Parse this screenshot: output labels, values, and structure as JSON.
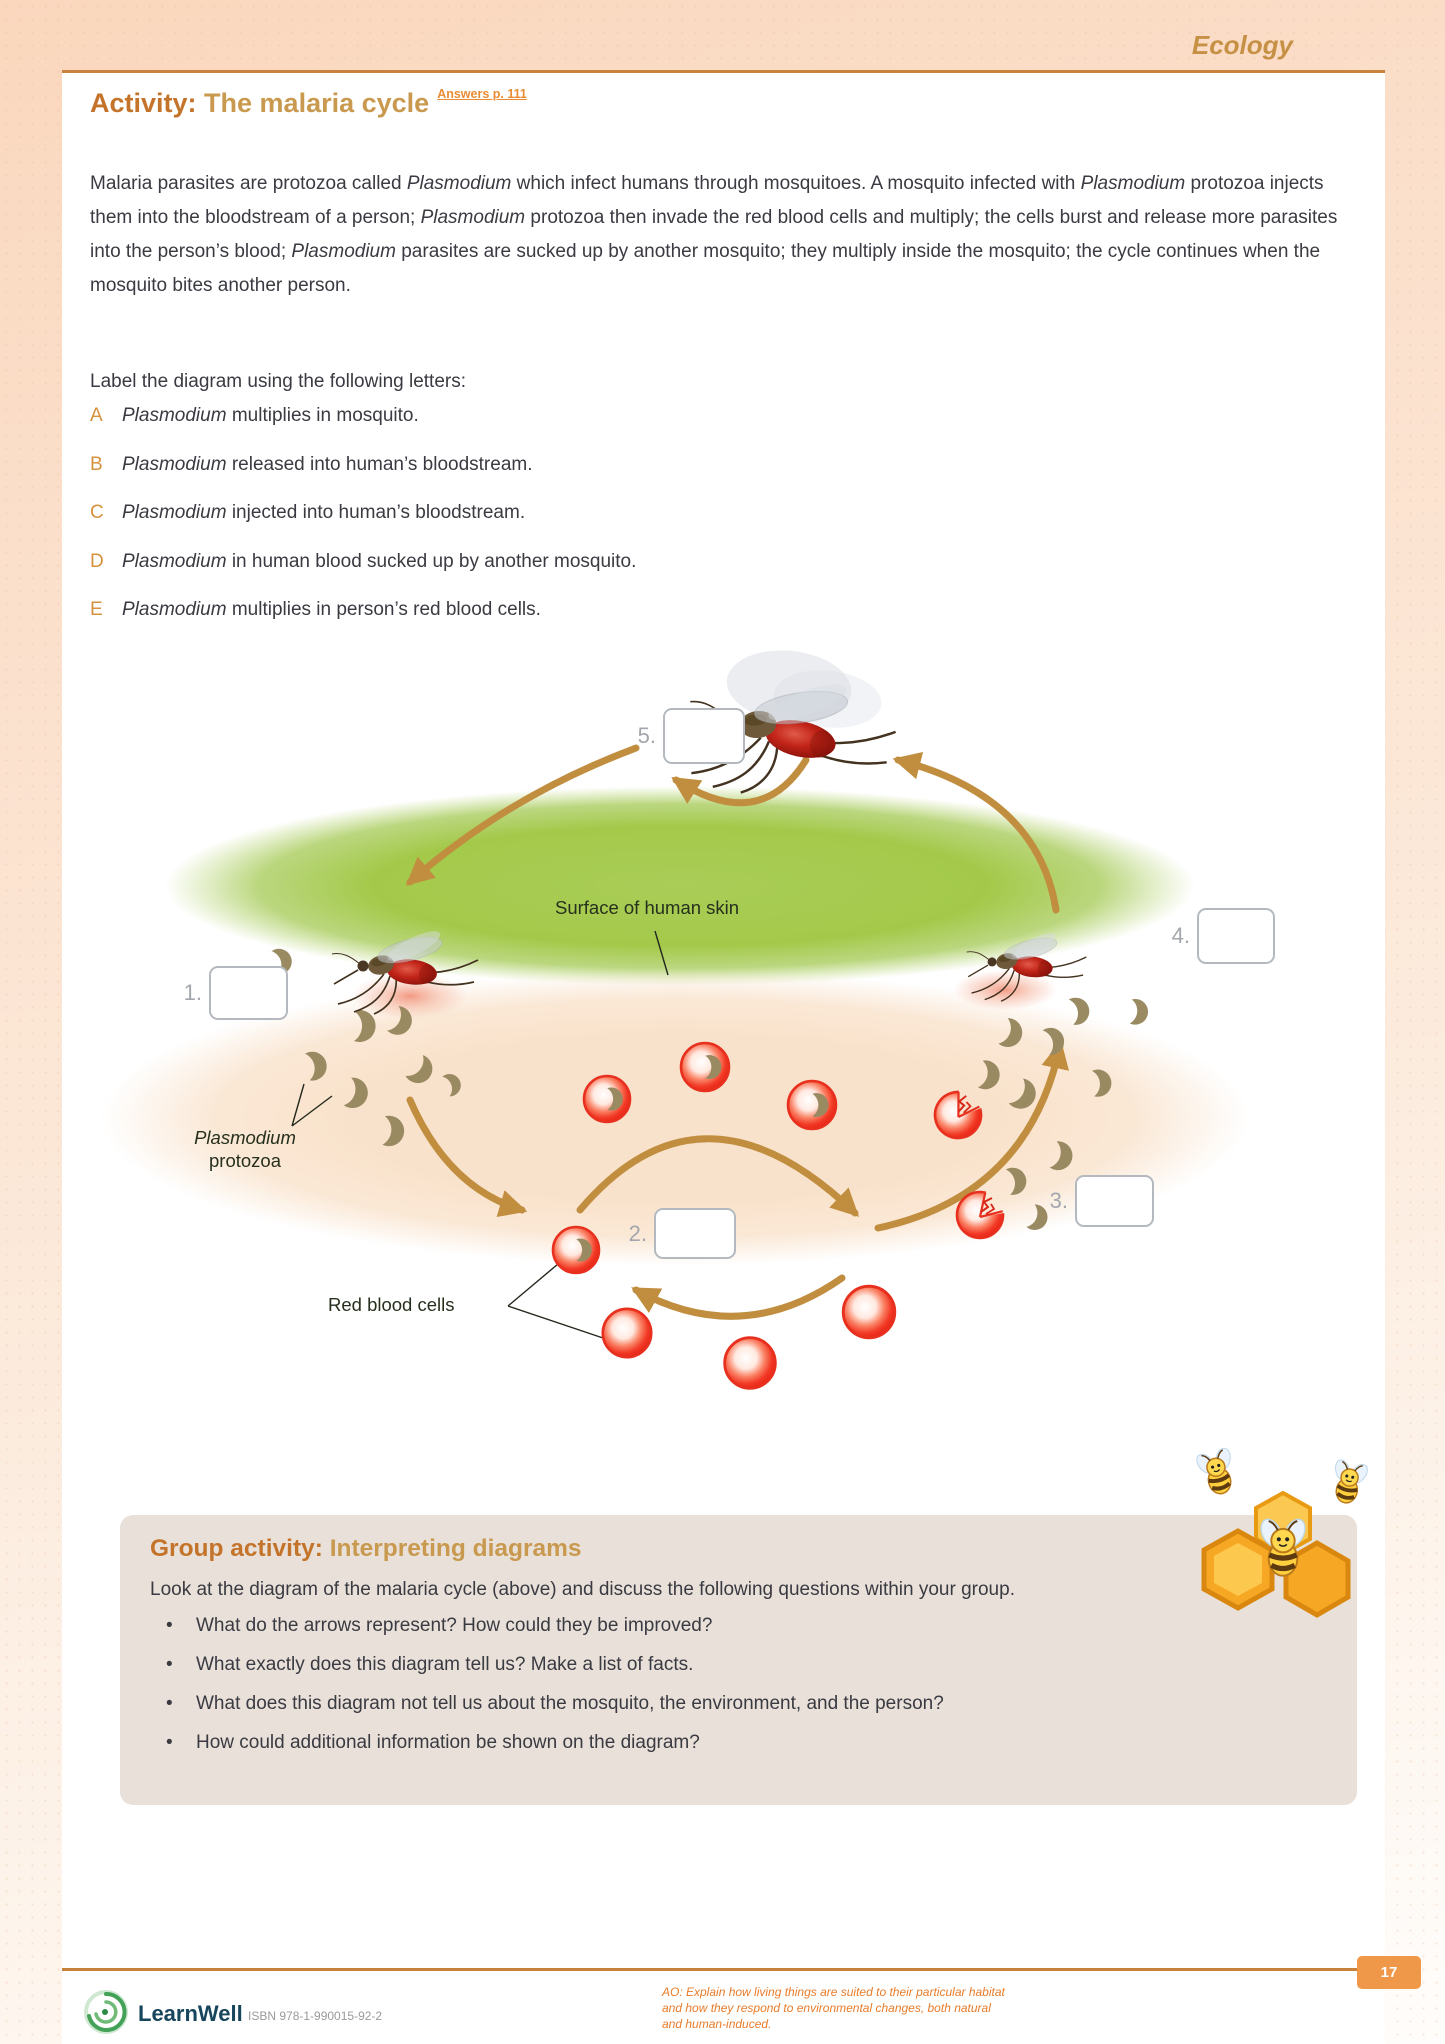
{
  "page": {
    "section_label": "Ecology",
    "activity": {
      "title_prefix": "Activity:",
      "title": "The malaria cycle",
      "answers_link": "Answers p. 111",
      "intro_runs": [
        {
          "t": "Malaria parasites are protozoa called "
        },
        {
          "t": "Plasmodium",
          "i": true
        },
        {
          "t": " which infect humans through mosquitoes. A mosquito infected with "
        },
        {
          "t": "Plasmodium",
          "i": true
        },
        {
          "t": " protozoa injects them into the bloodstream of a person; "
        },
        {
          "t": "Plasmodium",
          "i": true
        },
        {
          "t": " protozoa then invade the red blood cells and multiply; the cells burst and release more parasites into the person’s blood; "
        },
        {
          "t": "Plasmodium",
          "i": true
        },
        {
          "t": " parasites are sucked up by another mosquito; they multiply inside the mosquito; the cycle continues when the mosquito bites another person."
        }
      ],
      "label_instruction": "Label the diagram using the following letters:",
      "options": [
        {
          "letter": "A",
          "runs": [
            {
              "t": "Plasmodium",
              "i": true
            },
            {
              "t": " multiplies in mosquito."
            }
          ]
        },
        {
          "letter": "B",
          "runs": [
            {
              "t": "Plasmodium",
              "i": true
            },
            {
              "t": " released into human’s bloodstream."
            }
          ]
        },
        {
          "letter": "C",
          "runs": [
            {
              "t": "Plasmodium",
              "i": true
            },
            {
              "t": " injected into human’s bloodstream."
            }
          ]
        },
        {
          "letter": "D",
          "runs": [
            {
              "t": "Plasmodium",
              "i": true
            },
            {
              "t": " in human blood sucked up by another mosquito."
            }
          ]
        },
        {
          "letter": "E",
          "runs": [
            {
              "t": "Plasmodium",
              "i": true
            },
            {
              "t": " multiplies in person’s red blood cells."
            }
          ]
        }
      ]
    },
    "diagram": {
      "labels": {
        "skin": "Surface of human skin",
        "protozoa_line1": "Plasmodium",
        "protozoa_line2": "protozoa",
        "red_blood_cells": "Red blood cells"
      },
      "box_numbers": [
        "1.",
        "2.",
        "3.",
        "4.",
        "5."
      ]
    },
    "group_activity": {
      "title_prefix": "Group activity:",
      "title": "Interpreting diagrams",
      "intro": "Look at the diagram of the malaria cycle (above) and discuss the following questions within your group.",
      "bullet_char": "•",
      "bullets": [
        "What do the arrows represent? How could they be improved?",
        "What exactly does this diagram tell us? Make a list of facts.",
        "What does this diagram not tell us about the mosquito, the environment, and the person?",
        "How could additional information be shown on the diagram?"
      ]
    },
    "footer": {
      "brand": "LearnWell",
      "isbn": "ISBN 978-1-990015-92-2",
      "ao_text": "AO: Explain how living things are suited to their particular habitat and how they respond to environmental changes, both natural and human-induced.",
      "page_number": "17"
    },
    "colors": {
      "accent_orange": "#c8823c",
      "heading_brown": "#c4742a",
      "heading_tan": "#c8994e",
      "link_orange": "#ea8c34",
      "letter_orange": "#d6913c",
      "arrow_tan": "#c18e40",
      "crescent_brown": "#9a8a62",
      "cell_red": "#ee3222",
      "skin_green": "#a6ca4c",
      "skin_peach": "#f9e2cb",
      "group_box_bg": "#e9e1d9",
      "ao_orange": "#e87c2a",
      "badge_orange": "#f09849"
    }
  }
}
